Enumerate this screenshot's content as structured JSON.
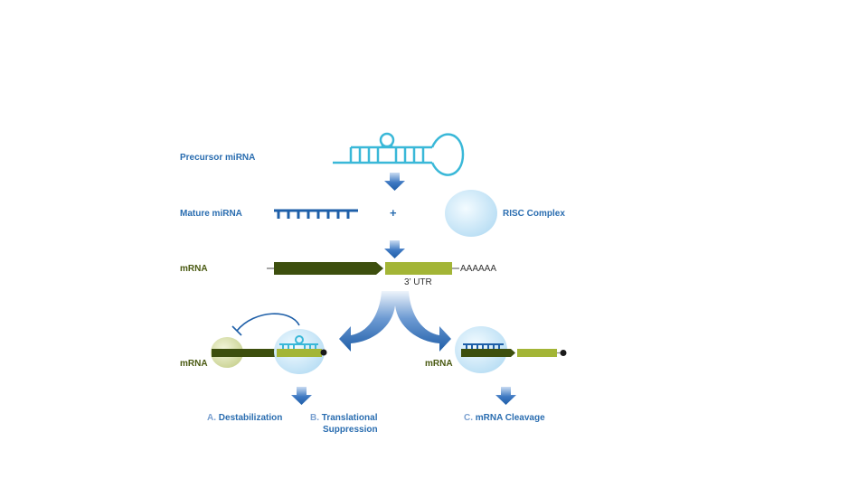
{
  "labels": {
    "precursor": "Precursor miRNA",
    "mature": "Mature miRNA",
    "plus": "+",
    "risc": "RISC Complex",
    "mrna_main": "mRNA",
    "polya": "AAAAAA",
    "utr": "3’ UTR",
    "mrna_left": "mRNA",
    "mrna_right": "mRNA"
  },
  "outcomes": {
    "a_letter": "A.",
    "a_text": "Destabilization",
    "b_letter": "B.",
    "b_line1": "Translational",
    "b_line2": "Suppression",
    "c_letter": "C.",
    "c_text": "mRNA Cleavage"
  },
  "colors": {
    "label_blue": "#2a6db0",
    "mirna_cyan": "#3ab8d8",
    "mature_blue": "#1e5fa8",
    "coding_dark_green": "#3d4f0e",
    "utr_light_green": "#a3b536",
    "risc_fill": "#cde9f8",
    "arrow_blue": "#1f5ea8"
  }
}
